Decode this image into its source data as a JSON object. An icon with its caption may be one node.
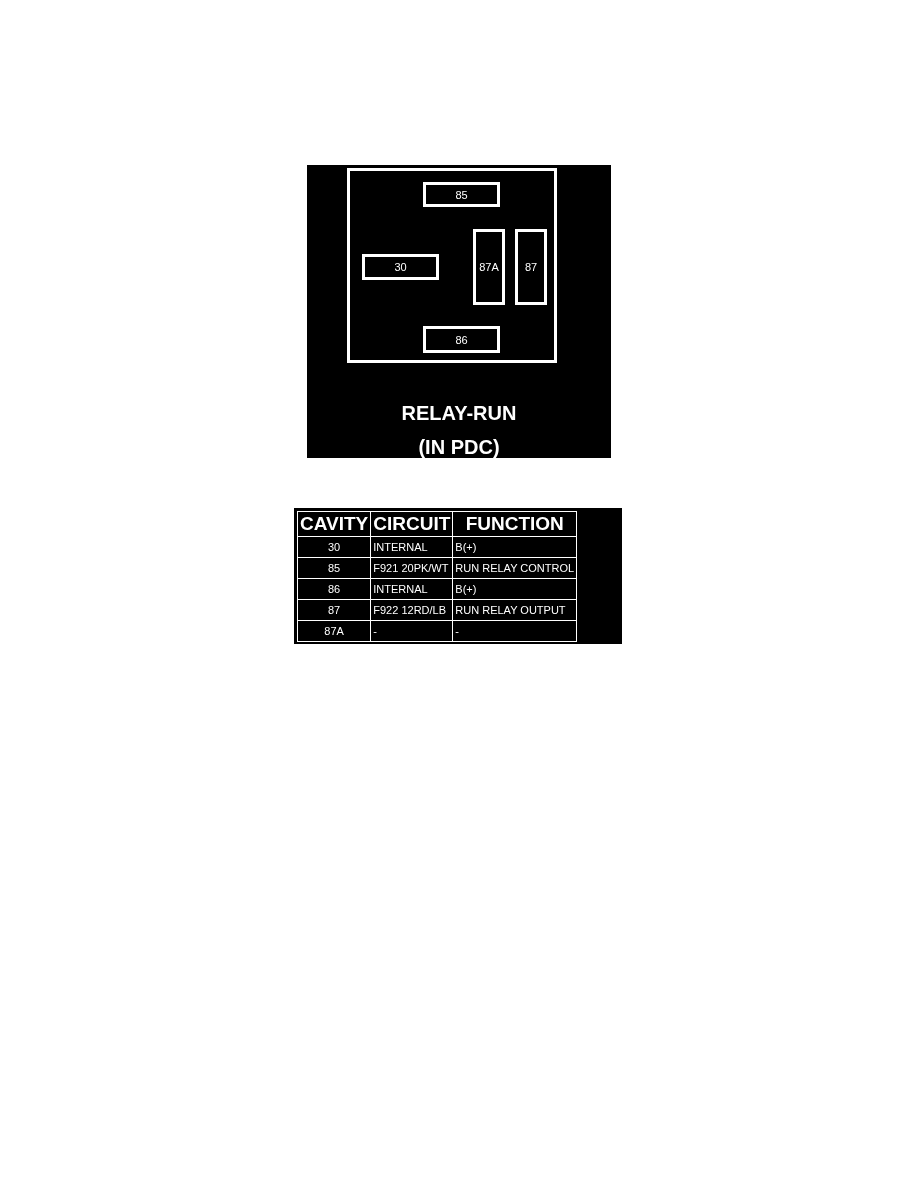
{
  "diagram": {
    "caption": "RELAY-RUN (IN PDC)",
    "nodes": [
      {
        "text": [],
        "shape": "box"
      },
      {
        "text": [
          "85"
        ],
        "in": 0
      },
      {
        "text": [
          "30"
        ],
        "in": 0
      },
      {
        "text": [
          "87A"
        ],
        "in": 0
      },
      {
        "text": [
          "87"
        ],
        "in": 0
      },
      {
        "text": [
          "86"
        ],
        "in": 0
      }
    ],
    "labels": [
      "CAVITY",
      "CIRCUIT",
      "FUNCTION",
      "30",
      "INTERNAL",
      "B(+)",
      "85",
      "F921 20PK/WT",
      "RUN RELAY CONTROL",
      "86",
      "INTERNAL",
      "B(+)",
      "87",
      "F922 12RD/LB",
      "RUN RELAY OUTPUT",
      "87A",
      "-",
      "-"
    ]
  }
}
